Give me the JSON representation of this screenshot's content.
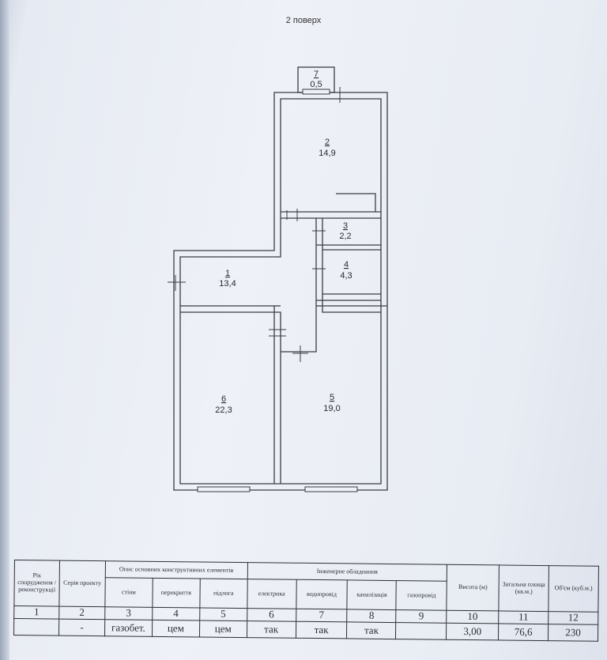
{
  "page_title": "2 поверх",
  "rooms": [
    {
      "number": "7",
      "area": "0,5"
    },
    {
      "number": "2",
      "area": "14,9"
    },
    {
      "number": "3",
      "area": "2,2"
    },
    {
      "number": "1",
      "area": "13,4"
    },
    {
      "number": "4",
      "area": "4,3"
    },
    {
      "number": "6",
      "area": "22,3"
    },
    {
      "number": "5",
      "area": "19,0"
    }
  ],
  "table": {
    "headers": {
      "year": "Рік спорудження / реконструкції",
      "series": "Серія проекту",
      "structural": "Опис основних конструктивних елементів",
      "walls": "стіни",
      "floors_ceil": "перекриття",
      "floor": "підлога",
      "engineering": "Інженерне обладнання",
      "electric": "електрика",
      "water": "водопровід",
      "sewer": "каналізація",
      "gas": "газопровід",
      "height": "Висота (м)",
      "total_area": "Загальна площа (кв.м.)",
      "volume": "Об'єм (куб.м.)"
    },
    "numbers": [
      "1",
      "2",
      "3",
      "4",
      "5",
      "6",
      "7",
      "8",
      "9",
      "10",
      "11",
      "12"
    ],
    "values": [
      "",
      "-",
      "газобет.",
      "цем",
      "цем",
      "так",
      "так",
      "так",
      "",
      "3,00",
      "76,6",
      "230"
    ]
  }
}
